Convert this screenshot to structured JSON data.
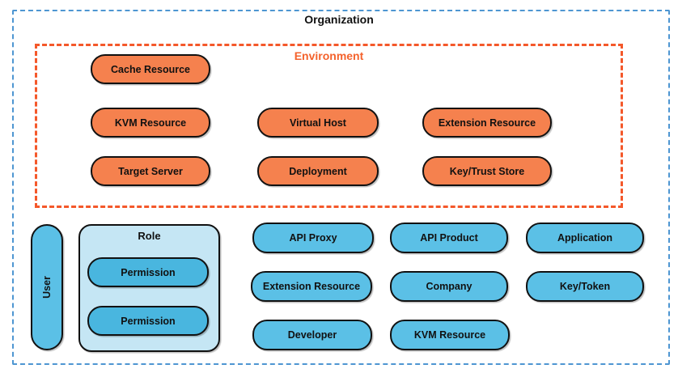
{
  "diagram_title": "Organization",
  "environment": {
    "label": "Environment",
    "boxes": [
      {
        "label": "Cache Resource"
      },
      {
        "label": "KVM Resource"
      },
      {
        "label": "Virtual Host"
      },
      {
        "label": "Extension Resource"
      },
      {
        "label": "Target Server"
      },
      {
        "label": "Deployment"
      },
      {
        "label": "Key/Trust Store"
      }
    ]
  },
  "organization": {
    "user_label": "User",
    "role": {
      "label": "Role",
      "permissions": [
        "Permission",
        "Permission"
      ]
    },
    "boxes": [
      {
        "label": "API Proxy"
      },
      {
        "label": "API Product"
      },
      {
        "label": "Application"
      },
      {
        "label": "Extension Resource"
      },
      {
        "label": "Company"
      },
      {
        "label": "Key/Token"
      },
      {
        "label": "Developer"
      },
      {
        "label": "KVM Resource"
      }
    ]
  },
  "colors": {
    "organization_border": "#4E96D2",
    "environment_border": "#F4582A",
    "environment_label": "#F4622C",
    "environment_shape_fill": "#F5814E",
    "org_shape_fill": "#5BC0E6",
    "role_container_fill": "#C5E6F4",
    "permission_fill": "#49B6DF",
    "shape_border": "#111111",
    "text": "#111111"
  }
}
